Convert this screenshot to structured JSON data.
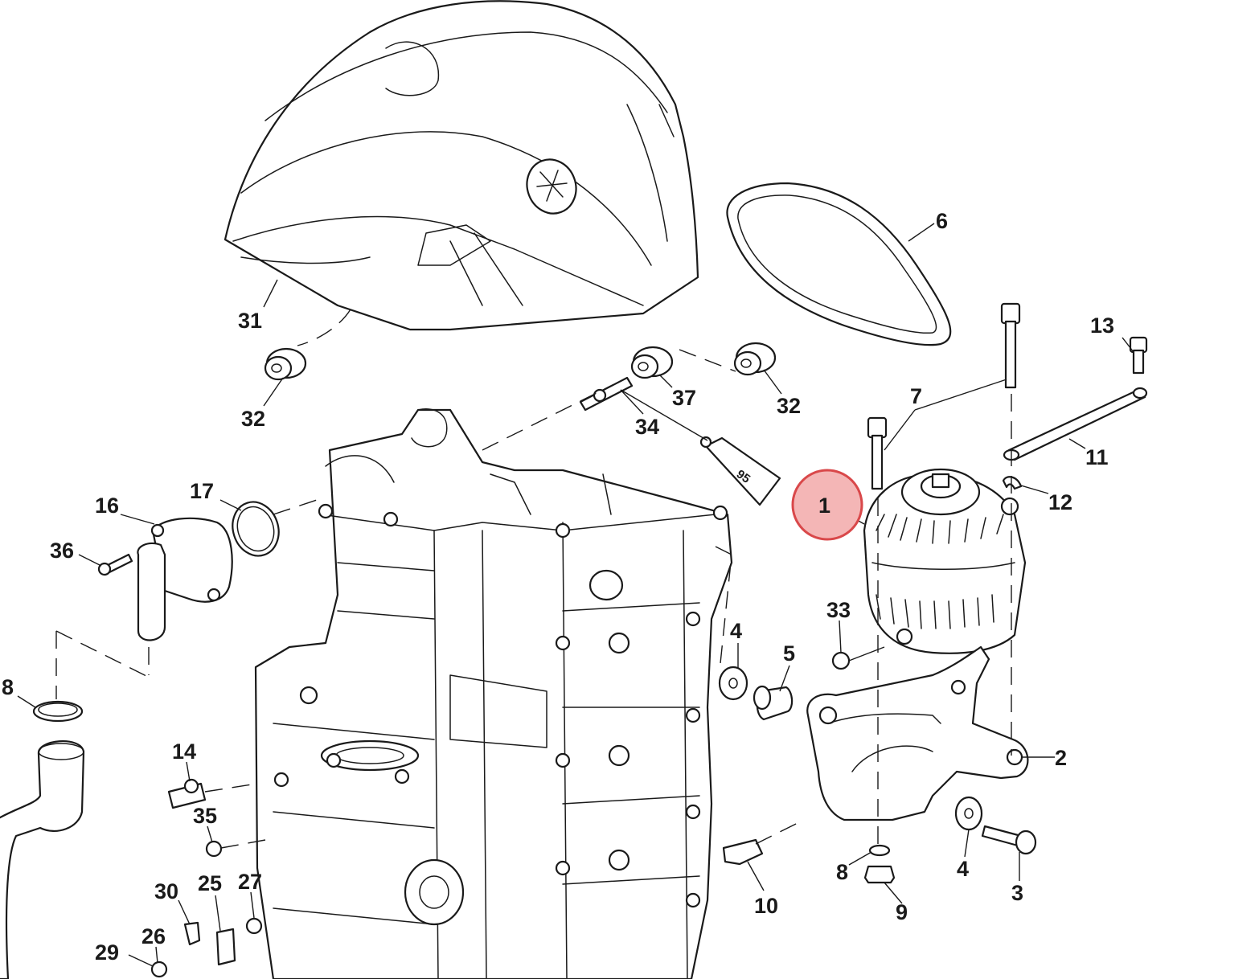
{
  "diagram": {
    "callouts": [
      "31",
      "32",
      "37",
      "32",
      "34",
      "6",
      "7",
      "13",
      "11",
      "12",
      "1",
      "2",
      "3",
      "4",
      "5",
      "4",
      "8",
      "9",
      "10",
      "33",
      "16",
      "17",
      "36",
      "8",
      "14",
      "35",
      "30",
      "25",
      "27",
      "26",
      "29"
    ],
    "tube_label": "95",
    "highlight": {
      "label": "1",
      "fill": "#f4b6b6",
      "stroke": "#d9484a"
    }
  }
}
